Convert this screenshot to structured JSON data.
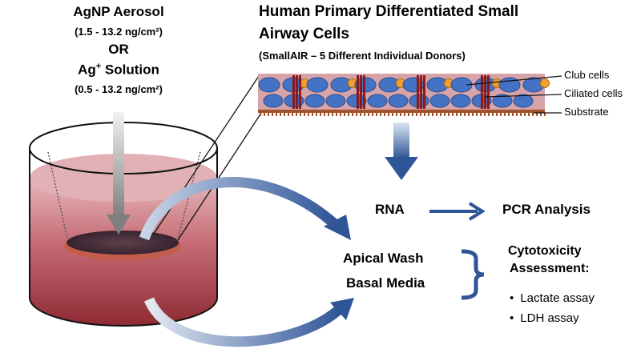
{
  "exposure": {
    "aerosol_title": "AgNP Aerosol",
    "aerosol_range": "(1.5 - 13.2 ng/cm²)",
    "or_label": "OR",
    "solution_title_base": "Ag",
    "solution_title_sup": "+",
    "solution_title_rest": " Solution",
    "solution_range": "(0.5 - 13.2 ng/cm²)"
  },
  "cells": {
    "title_line1": "Human Primary Differentiated Small",
    "title_line2": "Airway Cells",
    "subtitle": "(SmallAIR – 5 Different Individual Donors)",
    "labels": [
      "Club cells",
      "Ciliated cells",
      "Substrate"
    ]
  },
  "flow": {
    "rna": "RNA",
    "pcr": "PCR Analysis",
    "apical_wash": "Apical Wash",
    "basal_media": "Basal Media"
  },
  "cytotox": {
    "title_line1": "Cytotoxicity",
    "title_line2": "Assessment:",
    "assays": [
      "Lactate assay",
      "LDH assay"
    ]
  },
  "colors": {
    "blue_arrow": "#2f5597",
    "gray_arrow": "#8c8c8c",
    "cell_blue": "#4472c4",
    "club_orange": "#f0a030",
    "cilia_red": "#8b1a1a",
    "medium_red": "#a8434f"
  }
}
